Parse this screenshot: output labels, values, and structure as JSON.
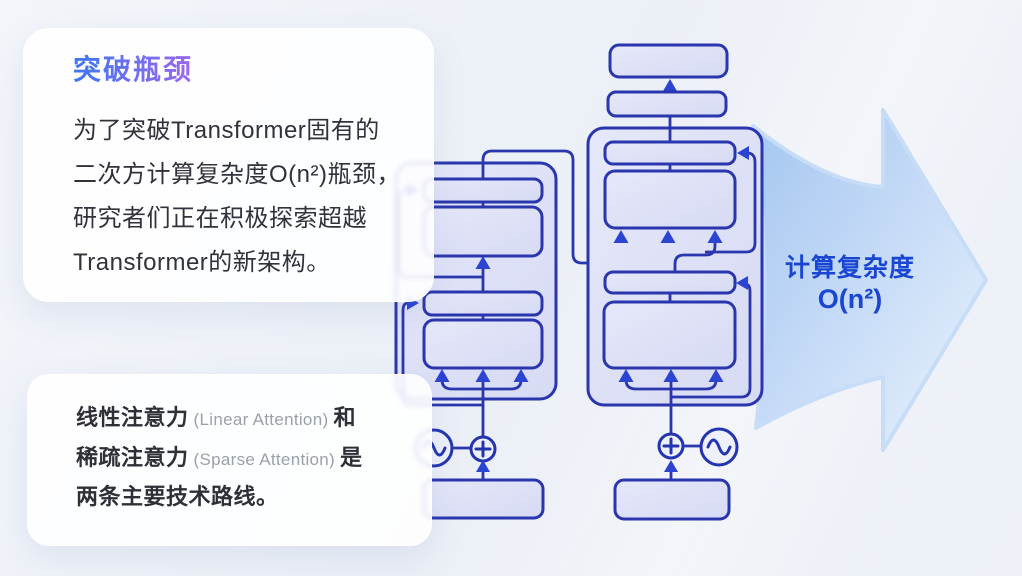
{
  "intro_card": {
    "title": "突破瓶颈",
    "lines": [
      "为了突破Transformer固有的",
      "二次方计算复杂度O(n²)瓶颈，",
      "研究者们正在积极探索超越",
      "Transformer的新架构。"
    ]
  },
  "attention_card": {
    "line1": [
      {
        "t": "线性注意力"
      },
      {
        "t": " (Linear Attention) "
      },
      {
        "t": "和"
      }
    ],
    "line2": [
      {
        "t": "稀疏注意力"
      },
      {
        "t": " (Sparse Attention) "
      },
      {
        "t": "是"
      }
    ],
    "line3": [
      {
        "t": "两条主要技术路线。"
      }
    ]
  },
  "arrow_label": {
    "line1": "计算复杂度",
    "line2": "O(n²)"
  },
  "colors": {
    "title_gradient_start": "#3d78f2",
    "title_gradient_end": "#9d66f0",
    "body_text": "#31323b",
    "muted_text": "#9aa0ab",
    "arrow_text": "#1946d2",
    "diagram_line": "#2a36ad",
    "arrowhead": "#2c44d2",
    "box_fill": "#dcdff6",
    "big_arrow_start": "#a3c6f0",
    "big_arrow_end": "#e9f3fd"
  }
}
